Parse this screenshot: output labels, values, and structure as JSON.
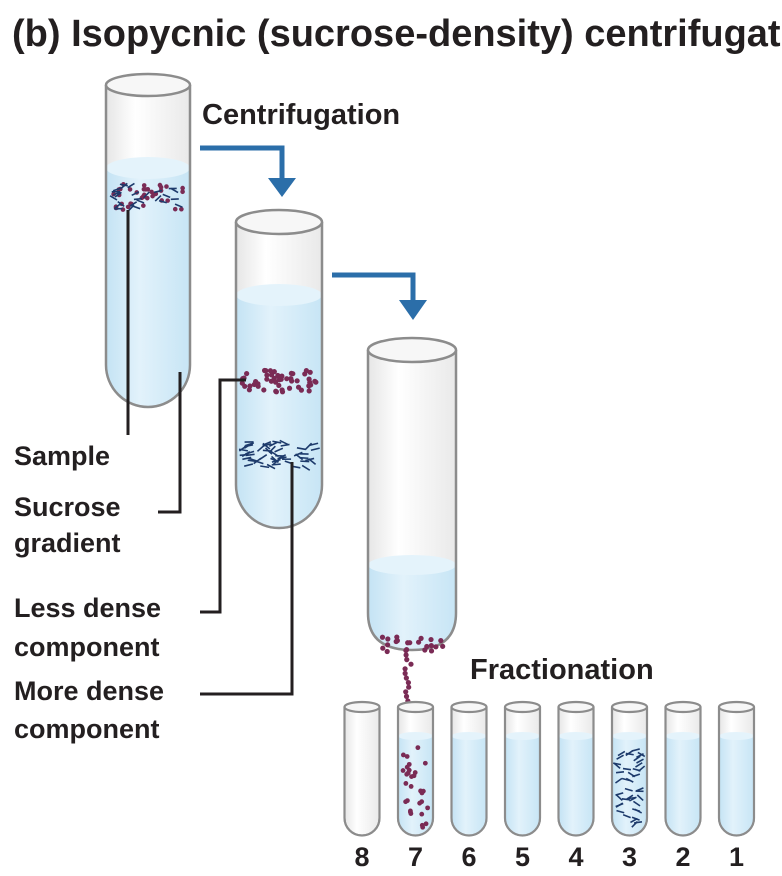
{
  "title": "(b)  Isopycnic (sucrose-density) centrifugation",
  "steps": {
    "centrifugation": "Centrifugation",
    "fractionation": "Fractionation"
  },
  "labels": {
    "sample": "Sample",
    "sucrose_line1": "Sucrose",
    "sucrose_line2": "gradient",
    "less_line1": "Less dense",
    "less_line2": "component",
    "more_line1": "More dense",
    "more_line2": "component"
  },
  "fractions": [
    {
      "number": "8",
      "contents": "empty"
    },
    {
      "number": "7",
      "contents": "less-dense-dots"
    },
    {
      "number": "6",
      "contents": "gradient"
    },
    {
      "number": "5",
      "contents": "gradient"
    },
    {
      "number": "4",
      "contents": "gradient"
    },
    {
      "number": "3",
      "contents": "more-dense-rods"
    },
    {
      "number": "2",
      "contents": "gradient"
    },
    {
      "number": "1",
      "contents": "gradient"
    }
  ],
  "colors": {
    "text": "#231f20",
    "arrow": "#2b6ea9",
    "liquid": "#cfe9f7",
    "liquid_top": "#e4f3fb",
    "glass": "#f2f2f2",
    "tube_outline": "#8c8c8c",
    "less_dense": "#7a2b55",
    "more_dense": "#1d3a6b"
  },
  "icons": {
    "step_arrow": "bent-arrow-right-down-icon"
  }
}
